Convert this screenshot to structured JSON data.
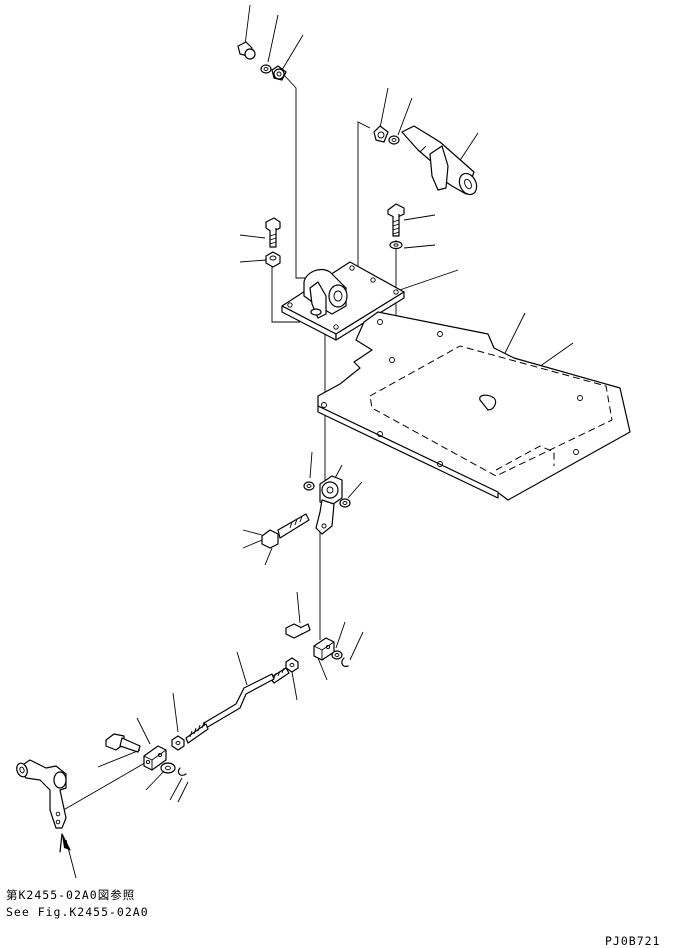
{
  "note": {
    "ja": "第K2455-02A0図参照",
    "en": "See Fig.K2455-02A0"
  },
  "drawing_code": "PJ0B721"
}
